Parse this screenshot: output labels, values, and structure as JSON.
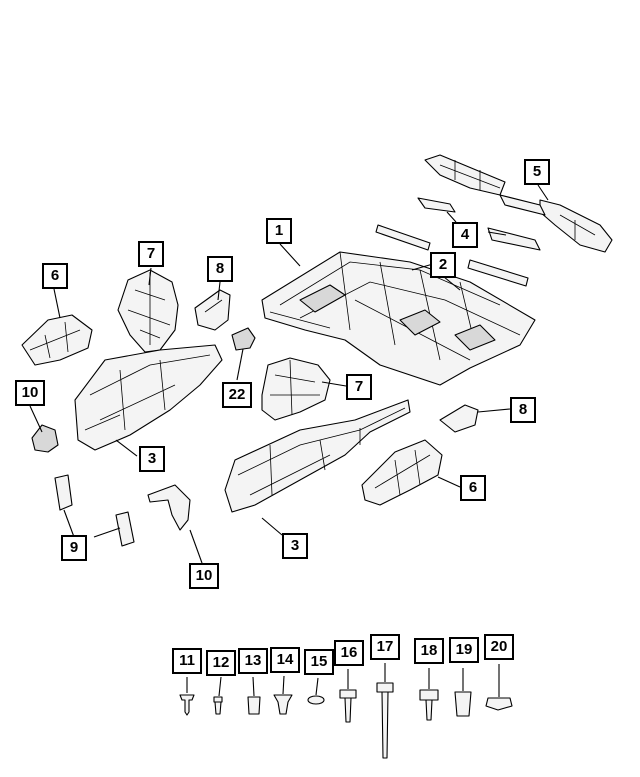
{
  "callouts": {
    "c1": "1",
    "c2": "2",
    "c3a": "3",
    "c3b": "3",
    "c4": "4",
    "c5": "5",
    "c6a": "6",
    "c6b": "6",
    "c7a": "7",
    "c7b": "7",
    "c8a": "8",
    "c8b": "8",
    "c9": "9",
    "c10a": "10",
    "c10b": "10",
    "c11": "11",
    "c12": "12",
    "c13": "13",
    "c14": "14",
    "c15": "15",
    "c16": "16",
    "c17": "17",
    "c18": "18",
    "c19": "19",
    "c20": "20",
    "c22": "22"
  }
}
